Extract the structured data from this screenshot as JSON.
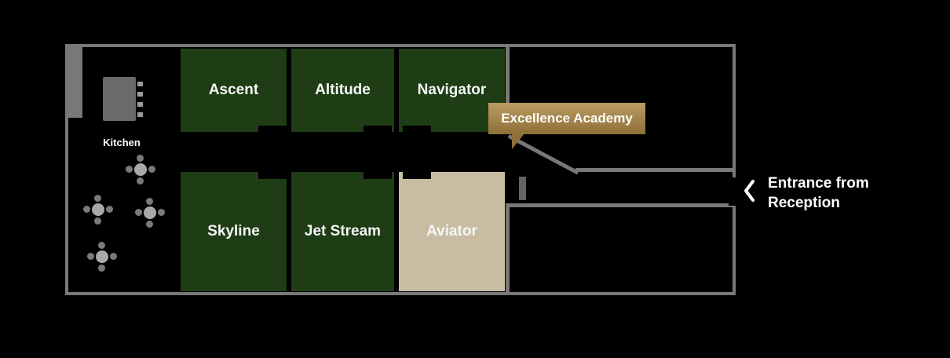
{
  "floorplan": {
    "rooms": [
      {
        "name": "Ascent",
        "color": "#1f3d15"
      },
      {
        "name": "Altitude",
        "color": "#1f3d15"
      },
      {
        "name": "Navigator",
        "color": "#1f3d15"
      },
      {
        "name": "Skyline",
        "color": "#1f3d15"
      },
      {
        "name": "Jet Stream",
        "color": "#1f3d15"
      },
      {
        "name": "Aviator",
        "color": "#c8bca2",
        "highlighted": true
      }
    ],
    "kitchen": {
      "label": "Kitchen"
    },
    "tooltip": {
      "label": "Excellence Academy",
      "color": "#a6874a"
    },
    "entrance": {
      "line1": "Entrance from",
      "line2": "Reception",
      "chevron_icon": "left-angle"
    },
    "colors": {
      "background": "#000000",
      "wall": "#787878",
      "room_green": "#1f3d15",
      "room_highlight": "#c8bca2"
    }
  }
}
